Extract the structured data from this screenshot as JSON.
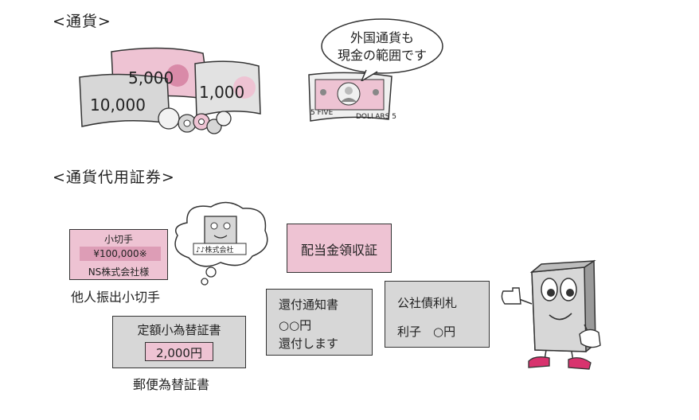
{
  "headings": {
    "currency": "<通貨>",
    "substitutes": "<通貨代用証券>"
  },
  "banknotes": {
    "note_5000": "5,000",
    "note_1000": "1,000",
    "note_10000": "10,000",
    "dollar_left": "5 FIVE",
    "dollar_right": "DOLLARS 5"
  },
  "speech_bubble": {
    "line1": "外国通貨も",
    "line2": "現金の範囲です"
  },
  "check": {
    "title": "小切手",
    "amount": "¥100,000※",
    "payee": "NS株式会社様",
    "caption": "他人振出小切手",
    "thought_text": "♪♪株式会社"
  },
  "money_order": {
    "title": "定額小為替証書",
    "amount": "2,000円",
    "caption": "郵便為替証書"
  },
  "dividend_receipt": {
    "title": "配当金領収証"
  },
  "refund_notice": {
    "title": "還付通知書",
    "line1": "○○円",
    "line2": "還付します"
  },
  "bond_coupon": {
    "title": "公社債利札",
    "line1": "利子　○円"
  },
  "colors": {
    "pink": "#eec3d3",
    "gray": "#d7d7d7",
    "shoe": "#d8336e"
  }
}
